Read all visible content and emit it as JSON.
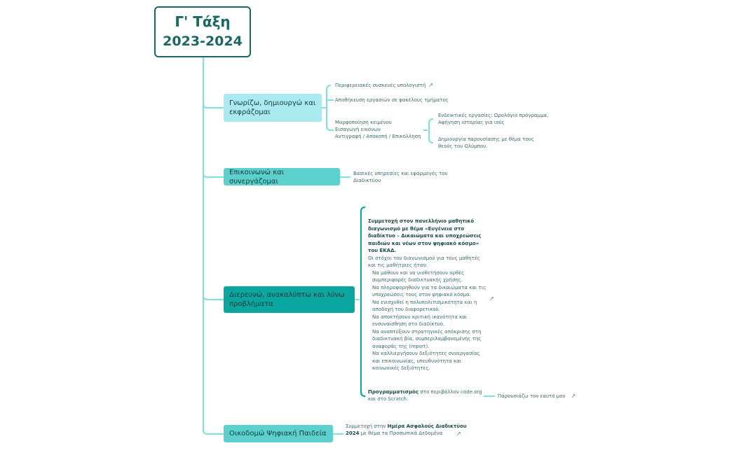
{
  "root": {
    "line1": "Γ' Τάξη",
    "line2": "2023-2024"
  },
  "branches": [
    {
      "label": "Γνωρίζω, δημιουργώ και εκφράζομαι"
    },
    {
      "label": "Επικοινωνώ και συνεργάζομαι"
    },
    {
      "label": "Διερευνώ, ανακαλύπτω και λύνω προβλήματα"
    },
    {
      "label": "Οικοδομώ Ψηφιακή Παιδεία"
    }
  ],
  "b1_leaves": {
    "peripherals": "Περιφερειακές συσκευές υπολογιστή",
    "save": "Αποθήκευση εργασιών σε φακέλους τμήματος",
    "formatting_l1": "Μορφοποίηση κειμένου",
    "formatting_l2": "Εισαγωγή εικόνων",
    "formatting_l3": "Αντιγραφή / Αποκοπή / Επικόλληση",
    "sub1": "Ενδεικτικές εργασίες: Ωρολόγιο πρόγραμμα, Αφήγηση ιστορίας για ιούς",
    "sub2": "Δημιουργία παρουσίασης με θέμα τους θεούς του Ολύμπου."
  },
  "b2_leaves": {
    "services": "Βασικές υπηρεσίες και εφαρμογές  του Διαδικτύου"
  },
  "b3_leaves": {
    "contest_bold": "Συμμετοχή στον πανελλήνιο μαθητικό διαγωνισμό με θέμα «Ευγένεια στο διαδίκτυο – Δικαιώματα και υποχρεώσεις παιδιών και νέων στον ψηφιακό κόσμο» του ΕΚΑΔ.",
    "contest_intro": "Οι στόχοι του διαγωνισμού για τους μαθητές και τις μαθήτριες ήταν:",
    "goals": [
      "Να μάθουν και να υιοθετήσουν ορθές συμπεριφορές διαδικτυακής χρήσης.",
      "Να πληροφορηθούν για τα δικαιώματα και τις υποχρεώσεις τους στον ψηφιακό κόσμο.",
      "Να ενισχυθεί η πολυπολιτισμικότητα  και η αποδοχή του διαφορετικού.",
      "Να αποκτήσουν κριτική ικανότητα  και ενσυναίσθηση στο διαδίκτυο.",
      "Να αναπτύξουν στρατηγικές απόκρισης στη διαδικτυακή βία, συμπεριλαμβανομένης της αναφοράς της (report).",
      "Να καλλιεργήσουν δεξιότητες συνεργασίας και επικοινωνίας, υπευθυνότητα και κοινωνικές δεξιότητες."
    ],
    "prog_bold": "Προγραμματισμός",
    "prog_rest": " στο περιβάλλον code.org και στο Scratch.",
    "present": "Παρουσιάζω τον εαυτό μου"
  },
  "b4_leaves": {
    "pre": "Συμμετοχή στην ",
    "bold": "Ημέρα Ασφαλούς Διαδικτύου 2024",
    "post": " με θέμα τα Προσωπικά Δεδομένα"
  },
  "icons": {
    "external": "external-link-icon"
  },
  "colors": {
    "root_border": "#1b6763",
    "line": "#7fe0dc",
    "b1": "#a9e9ef",
    "b2": "#5bd0cc",
    "b3": "#0ba6a0",
    "b4": "#5bd0cc"
  }
}
